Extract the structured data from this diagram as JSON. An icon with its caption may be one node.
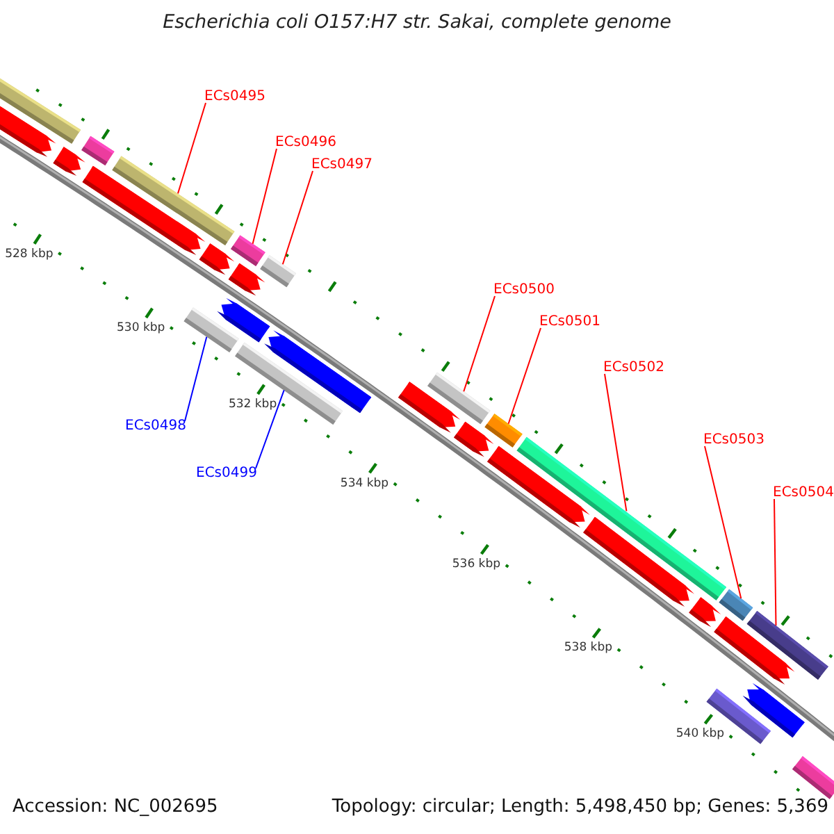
{
  "diagram": {
    "title": "Escherichia coli O157:H7 str. Sakai, complete genome",
    "nodes": [
      {
        "text": [
          "ECs0495"
        ]
      },
      {
        "text": [
          "ECs0496"
        ]
      },
      {
        "text": [
          "ECs0497"
        ]
      },
      {
        "text": [
          "ECs0498"
        ]
      },
      {
        "text": [
          "ECs0499"
        ]
      },
      {
        "text": [
          "ECs0500"
        ]
      },
      {
        "text": [
          "ECs0501"
        ]
      },
      {
        "text": [
          "ECs0502"
        ]
      },
      {
        "text": [
          "ECs0503"
        ]
      },
      {
        "text": [
          "ECs0504"
        ]
      },
      {
        "text": [],
        "shape": "bar"
      },
      {
        "text": [],
        "shape": "pentagon"
      },
      {
        "text": [],
        "shape": "pentagon"
      },
      {
        "text": [],
        "shape": "bar"
      },
      {
        "text": [],
        "shape": "pentagon"
      },
      {
        "text": [],
        "shape": "bar"
      },
      {
        "text": [],
        "shape": "pentagon"
      },
      {
        "text": [],
        "shape": "bar"
      },
      {
        "text": [],
        "shape": "bar"
      },
      {
        "text": [],
        "shape": "pentagon"
      },
      {
        "text": [],
        "shape": "pentagon"
      },
      {
        "text": [],
        "shape": "bar"
      },
      {
        "text": [],
        "shape": "bar"
      },
      {
        "text": [],
        "shape": "pentagon"
      },
      {
        "text": [],
        "shape": "pentagon"
      },
      {
        "text": [],
        "shape": "bar"
      },
      {
        "text": [],
        "shape": "pentagon"
      },
      {
        "text": [],
        "shape": "bar"
      },
      {
        "text": [],
        "shape": "pentagon"
      },
      {
        "text": [],
        "shape": "bar"
      },
      {
        "text": [],
        "shape": "pentagon"
      },
      {
        "text": [],
        "shape": "pentagon"
      },
      {
        "text": [],
        "shape": "bar"
      },
      {
        "text": [],
        "shape": "pentagon"
      },
      {
        "text": [],
        "shape": "bar"
      },
      {
        "text": [],
        "shape": "bar"
      },
      {
        "text": [],
        "shape": "pentagon"
      },
      {
        "text": [],
        "shape": "bar"
      }
    ],
    "edges": [
      {
        "from": 0,
        "to": 15,
        "arrow": "none"
      },
      {
        "from": 1,
        "to": 17,
        "arrow": "none"
      },
      {
        "from": 2,
        "to": 21,
        "arrow": "none"
      },
      {
        "from": 3,
        "to": 18,
        "arrow": "none",
        "color": "#0000ff"
      },
      {
        "from": 4,
        "to": 22,
        "arrow": "none",
        "color": "#0000ff"
      },
      {
        "from": 5,
        "to": 25,
        "arrow": "none"
      },
      {
        "from": 6,
        "to": 27,
        "arrow": "none"
      },
      {
        "from": 7,
        "to": 29,
        "arrow": "none"
      },
      {
        "from": 8,
        "to": 32,
        "arrow": "none"
      },
      {
        "from": 9,
        "to": 34,
        "arrow": "none"
      }
    ],
    "labels": [
      "528 kbp",
      "530 kbp",
      "532 kbp",
      "534 kbp",
      "536 kbp",
      "538 kbp",
      "540 kbp",
      "Accession: NC_002695",
      "Topology: circular; Length: 5,498,450 bp; Genes: 5,369"
    ]
  }
}
